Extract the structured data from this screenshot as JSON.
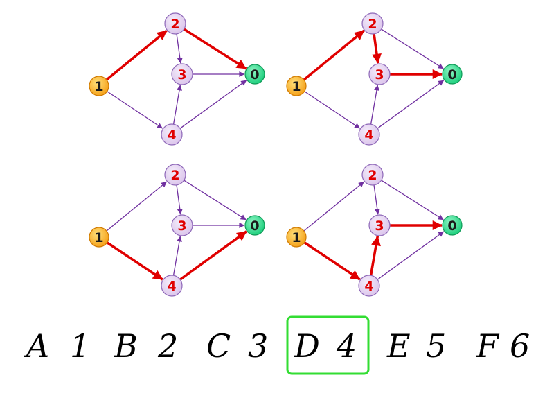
{
  "colors": {
    "edge_normal": "#7030a0",
    "edge_highlight": "#e00000",
    "node_start_fill": "#f5a21b",
    "node_end_fill": "#1fcf7e",
    "node_mid_fill": "#dcc6ec",
    "node_stroke": "#8e68b8",
    "label_start": "#1a1a1a",
    "label_end": "#1a1a1a",
    "label_mid": "#e00000",
    "answer_box": "#33dd33"
  },
  "graph": {
    "nodes": [
      {
        "id": "1",
        "role": "start"
      },
      {
        "id": "2",
        "role": "mid"
      },
      {
        "id": "3",
        "role": "mid"
      },
      {
        "id": "4",
        "role": "mid"
      },
      {
        "id": "0",
        "role": "end"
      }
    ],
    "edges": [
      [
        "1",
        "2"
      ],
      [
        "1",
        "4"
      ],
      [
        "2",
        "3"
      ],
      [
        "2",
        "0"
      ],
      [
        "3",
        "0"
      ],
      [
        "4",
        "3"
      ],
      [
        "4",
        "0"
      ]
    ]
  },
  "panels": [
    {
      "highlighted_path": [
        "1",
        "2",
        "0"
      ]
    },
    {
      "highlighted_path": [
        "1",
        "2",
        "3",
        "0"
      ]
    },
    {
      "highlighted_path": [
        "1",
        "4",
        "0"
      ]
    },
    {
      "highlighted_path": [
        "1",
        "4",
        "3",
        "0"
      ]
    }
  ],
  "options": [
    {
      "letter": "A",
      "number": "1"
    },
    {
      "letter": "B",
      "number": "2"
    },
    {
      "letter": "C",
      "number": "3"
    },
    {
      "letter": "D",
      "number": "4"
    },
    {
      "letter": "E",
      "number": "5"
    },
    {
      "letter": "F",
      "number": "6"
    }
  ],
  "selected_option": "D"
}
